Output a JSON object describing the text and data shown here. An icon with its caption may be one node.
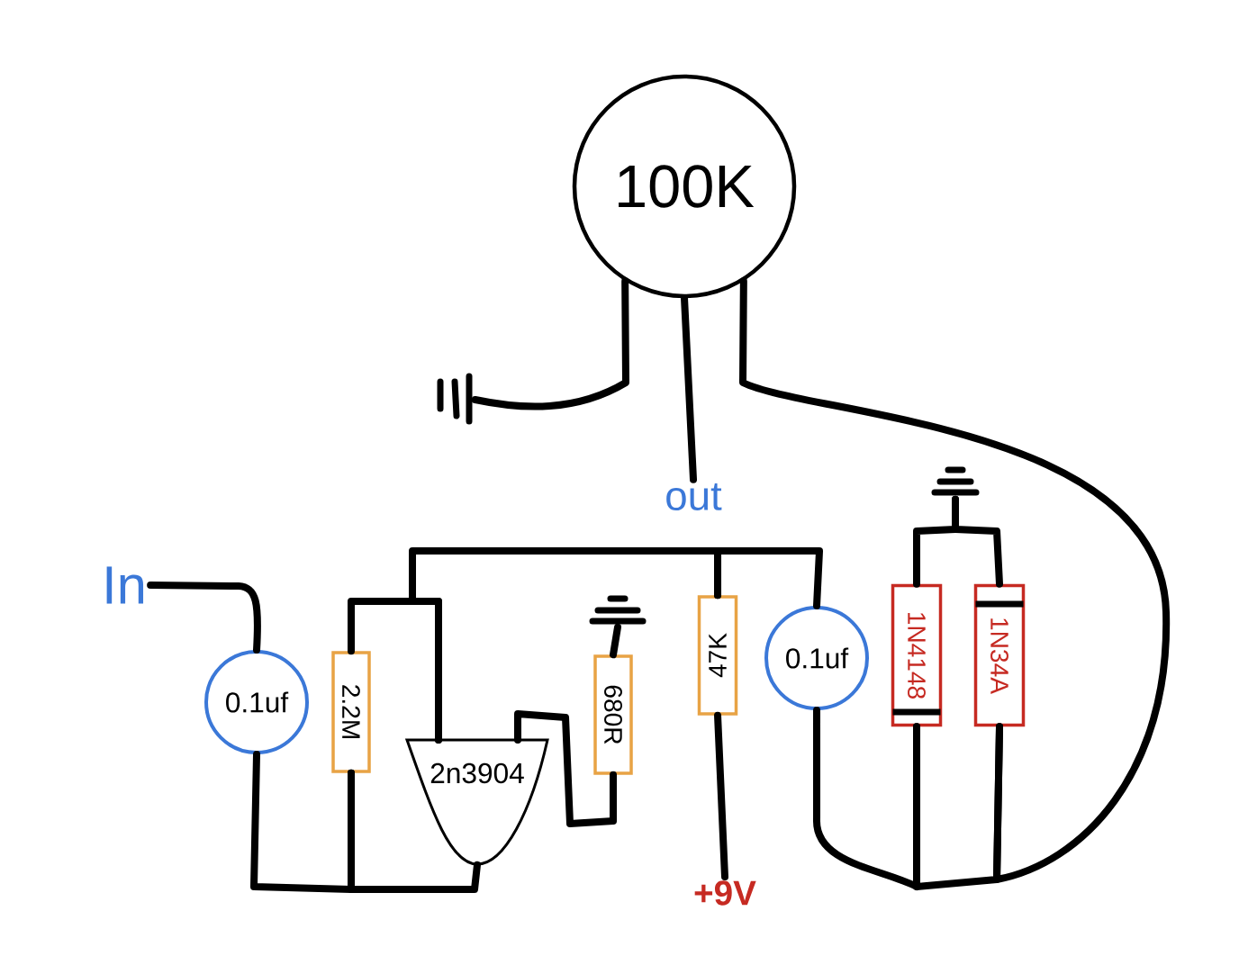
{
  "diagram": {
    "nodes": [
      {
        "text": [
          "100K"
        ]
      },
      {
        "text": [],
        "shape": "ground"
      },
      {
        "text": [
          "out"
        ]
      },
      {
        "text": [
          "In"
        ]
      },
      {
        "text": [
          "0.1uf"
        ]
      },
      {
        "text": [
          "2.2M"
        ]
      },
      {
        "text": [
          "2n3904"
        ]
      },
      {
        "text": [],
        "shape": "ground"
      },
      {
        "text": [
          "680R"
        ]
      },
      {
        "text": [
          "47K"
        ]
      },
      {
        "text": [
          "+9V"
        ]
      },
      {
        "text": [
          "0.1uf"
        ]
      },
      {
        "text": [],
        "shape": "ground"
      },
      {
        "text": [
          "1N4148"
        ]
      },
      {
        "text": [
          "1N34A"
        ]
      }
    ],
    "edges": [
      {
        "from": 0,
        "to": 1,
        "arrow": "none"
      },
      {
        "from": 0,
        "to": 2,
        "arrow": "none"
      },
      {
        "from": 0,
        "to": 14,
        "arrow": "none"
      },
      {
        "from": 14,
        "to": 13,
        "arrow": "none"
      },
      {
        "from": 3,
        "to": 4,
        "arrow": "none"
      },
      {
        "from": 4,
        "to": 5,
        "arrow": "none"
      },
      {
        "from": 5,
        "to": 6,
        "arrow": "none"
      },
      {
        "from": 5,
        "to": 6,
        "arrow": "none"
      },
      {
        "from": 6,
        "to": 9,
        "arrow": "none"
      },
      {
        "from": 9,
        "to": 11,
        "arrow": "none"
      },
      {
        "from": 6,
        "to": 8,
        "arrow": "none"
      },
      {
        "from": 8,
        "to": 7,
        "arrow": "none"
      },
      {
        "from": 9,
        "to": 10,
        "arrow": "none"
      },
      {
        "from": 13,
        "to": 12,
        "arrow": "none"
      },
      {
        "from": 14,
        "to": 12,
        "arrow": "none"
      },
      {
        "from": 11,
        "to": 13,
        "arrow": "none"
      }
    ]
  }
}
